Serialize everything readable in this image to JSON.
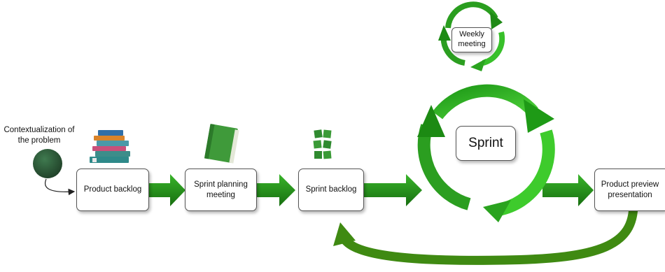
{
  "diagram": {
    "context_label": "Contextualization of the problem",
    "nodes": {
      "product_backlog": "Product backlog",
      "sprint_planning": "Sprint planning meeting",
      "sprint_backlog": "Sprint backlog",
      "sprint": "Sprint",
      "weekly_meeting": "Weekly meeting",
      "product_preview": "Product preview presentation"
    },
    "icons": [
      "books-stack-icon",
      "green-book-icon",
      "green-cards-icon",
      "green-circle-icon"
    ],
    "colors": {
      "arrow_dark": "#1b8a12",
      "arrow_light": "#3bc22b",
      "feedback": "#3f8a12",
      "circle": "#2e5b3a"
    }
  }
}
